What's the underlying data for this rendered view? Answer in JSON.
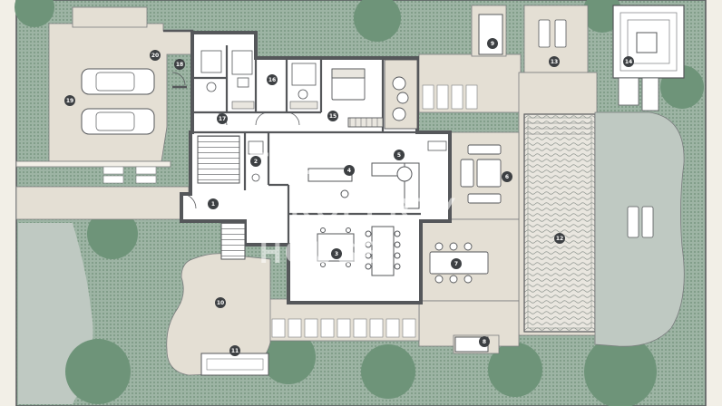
{
  "colors": {
    "background": "#f2efe7",
    "garden": "#9db4a4",
    "garden_dots": "#6f8f78",
    "tree": "#6e9479",
    "paving": "#e4dfd4",
    "walls": "#55575a",
    "interior": "#ffffff",
    "water": "#bfc9c2",
    "label_badge": "#3d4043",
    "watermark": "#ffffff"
  },
  "watermark": {
    "lines": [
      "THE",
      "PROPERTY",
      "HOUSE"
    ]
  },
  "room_labels": [
    {
      "id": "1",
      "text": "1"
    },
    {
      "id": "2",
      "text": "2"
    },
    {
      "id": "3",
      "text": "3"
    },
    {
      "id": "4",
      "text": "4"
    },
    {
      "id": "5",
      "text": "5"
    },
    {
      "id": "6",
      "text": "6"
    },
    {
      "id": "7",
      "text": "7"
    },
    {
      "id": "8",
      "text": "8"
    },
    {
      "id": "9",
      "text": "9"
    },
    {
      "id": "10",
      "text": "10"
    },
    {
      "id": "11",
      "text": "11"
    },
    {
      "id": "12",
      "text": "12"
    },
    {
      "id": "13",
      "text": "13"
    },
    {
      "id": "14",
      "text": "14"
    },
    {
      "id": "15",
      "text": "15"
    },
    {
      "id": "16",
      "text": "16"
    },
    {
      "id": "17",
      "text": "17"
    },
    {
      "id": "18",
      "text": "18"
    },
    {
      "id": "19",
      "text": "19"
    },
    {
      "id": "20",
      "text": "20"
    }
  ]
}
